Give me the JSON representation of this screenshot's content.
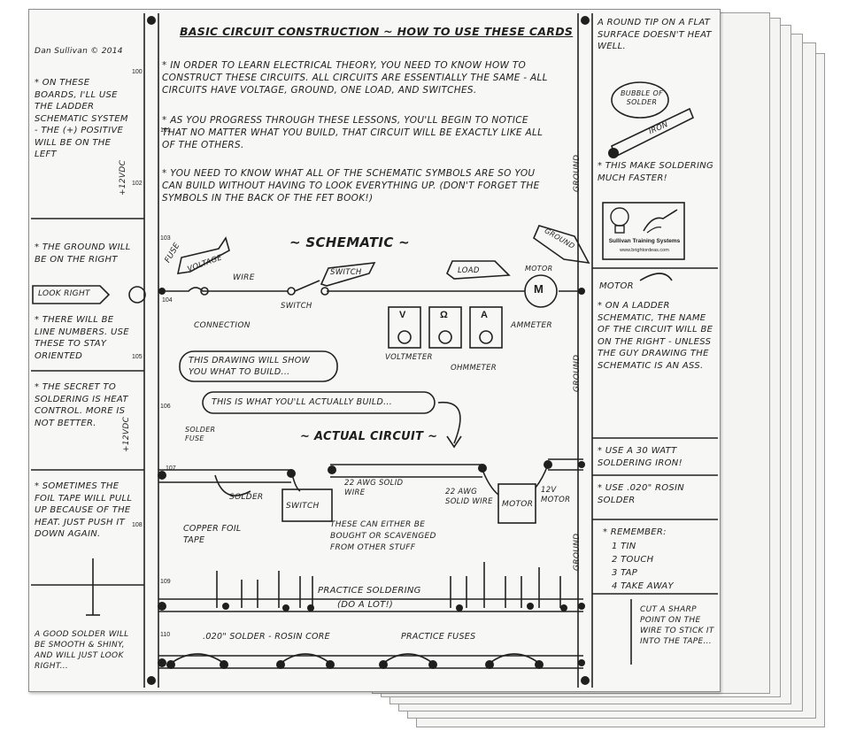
{
  "signature": "Dan Sullivan © 2014",
  "title": "Basic Circuit Construction ~ How to Use These Cards",
  "intro": {
    "p1": "* In order to learn electrical theory, you need to know how to construct these circuits. All circuits are essentially the same - all circuits have voltage, ground, one load, and switches.",
    "p2": "* As you progress through these lessons, you'll begin to notice that no matter what you build, that circuit will be exactly like all of the others.",
    "p3": "* You need to know what all of the schematic symbols are so you can build without having to look everything up. (Don't forget the symbols in the back of the FET book!)"
  },
  "line_numbers": [
    "100",
    "101",
    "102",
    "103",
    "104",
    "105",
    "106",
    "107",
    "108",
    "109",
    "110"
  ],
  "left_notes": {
    "n1": "* On these boards, I'll use the ladder schematic system - the (+) positive will be on the left",
    "voltage1": "+12VDC",
    "n2": "* The ground will be on the right",
    "look_right": "Look right",
    "n3": "* There will be line numbers. Use these to stay oriented",
    "n4": "* The secret to soldering is heat control. More is not better.",
    "voltage2": "+12VDC",
    "n5": "* Sometimes the foil tape will pull up because of the heat. Just push it down again.",
    "n6": "A good solder will be smooth & shiny, and will just look right..."
  },
  "right_notes": {
    "n1": "A round tip on a flat surface doesn't heat well.",
    "bubble": "Bubble of solder",
    "iron": "Iron",
    "n2": "* This make soldering much faster!",
    "logo_company": "Sullivan Training Systems",
    "logo_url": "www.brightordeas.com",
    "motor": "Motor",
    "n3": "* On a ladder schematic, the name of the circuit will be on the right - unless the guy drawing the schematic is an ass.",
    "n4": "* Use a 30 watt soldering iron!",
    "n5": "* Use .020\" rosin solder",
    "remember": "* Remember:",
    "steps": [
      "1 Tin",
      "2 Touch",
      "3 Tap",
      "4 Take away"
    ],
    "n6": "Cut a sharp point on the wire to stick it into the tape..."
  },
  "ground_labels": [
    "Ground",
    "Ground",
    "Ground"
  ],
  "schematic": {
    "heading": "~ Schematic ~",
    "fuse": "Fuse",
    "voltage": "Voltage",
    "wire": "Wire",
    "switch_flag": "Switch",
    "switch": "Switch",
    "load": "Load",
    "motor_label": "Motor",
    "motor_symbol": "M",
    "ground": "Ground",
    "connection": "Connection",
    "meters": [
      "V",
      "Ω",
      "A"
    ],
    "ammeter": "Ammeter",
    "voltmeter": "Voltmeter",
    "ohmmeter": "Ohmmeter",
    "cloud1": "This drawing will show you what to build...",
    "cloud2": "This is what you'll actually build..."
  },
  "actual": {
    "heading": "~ Actual Circuit ~",
    "solder_fuse": "Solder fuse",
    "solder": "Solder",
    "wire1": "22 AWG solid wire",
    "switch": "Switch",
    "wire2": "22 AWG solid wire",
    "motor": "Motor",
    "motor12": "12V motor",
    "copper": "Copper foil tape",
    "note": "These can either be bought or scavenged from other stuff"
  },
  "practice": {
    "soldering": "Practice soldering",
    "do_a_lot": "(Do a lot!)",
    "solder_core": ".020\" solder - rosin core",
    "fuses": "Practice fuses"
  }
}
